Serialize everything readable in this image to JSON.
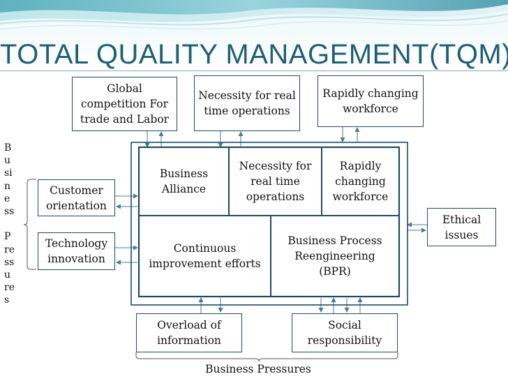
{
  "title": "TOTAL QUALITY MANAGEMENT(TQM)",
  "colors": {
    "title": "#1f5f73",
    "border": "#1e4a66",
    "arrow": "#4a7a95"
  },
  "top_boxes": [
    {
      "label": "Global\ncompetition For\ntrade and Labor"
    },
    {
      "label": "Necessity for real\ntime operations"
    },
    {
      "label": "Rapidly changing\nworkforce"
    }
  ],
  "center_cells": [
    {
      "label": "Business\nAlliance"
    },
    {
      "label": "Necessity for\nreal time\noperations"
    },
    {
      "label": "Rapidly\nchanging\nworkforce"
    },
    {
      "label": "Continuous\nimprovement efforts"
    },
    {
      "label": "Business Process\nReengineering\n(BPR)"
    }
  ],
  "left_boxes": [
    {
      "label": "Customer\norientation"
    },
    {
      "label": "Technology\ninnovation"
    }
  ],
  "right_box": {
    "label": "Ethical\nissues"
  },
  "bottom_boxes": [
    {
      "label": "Overload of\ninformation"
    },
    {
      "label": "Social\nresponsibility"
    }
  ],
  "vertical_label": "B\nu\nsi\nn\ne\nss\n\nP\nre\nss\nu\nre\ns",
  "bottom_label": "Business Pressures"
}
